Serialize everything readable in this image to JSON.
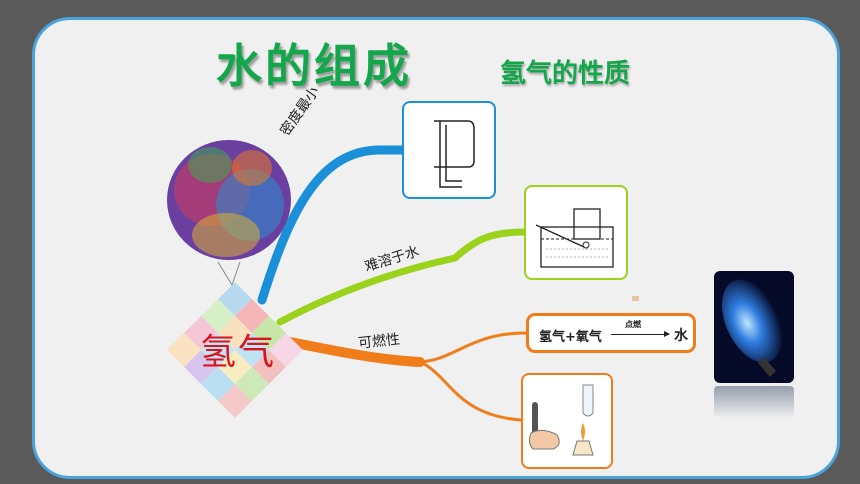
{
  "header": {
    "title": "水的组成",
    "subtitle": "氢气的性质"
  },
  "mindmap": {
    "center_label": "氢气",
    "branches": [
      {
        "label": "密度最小"
      },
      {
        "label": "难溶于水"
      },
      {
        "label": "可燃性"
      }
    ],
    "equation": {
      "left": "氢气+氧气",
      "condition": "点燃",
      "right": "水"
    }
  },
  "colors": {
    "title_green": "#13a64a",
    "card_border": "#4aa3dc",
    "branch_blue": "#1b8fd8",
    "branch_green": "#9ad21c",
    "branch_orange": "#f07d1a",
    "center_text": "#d8141c"
  }
}
